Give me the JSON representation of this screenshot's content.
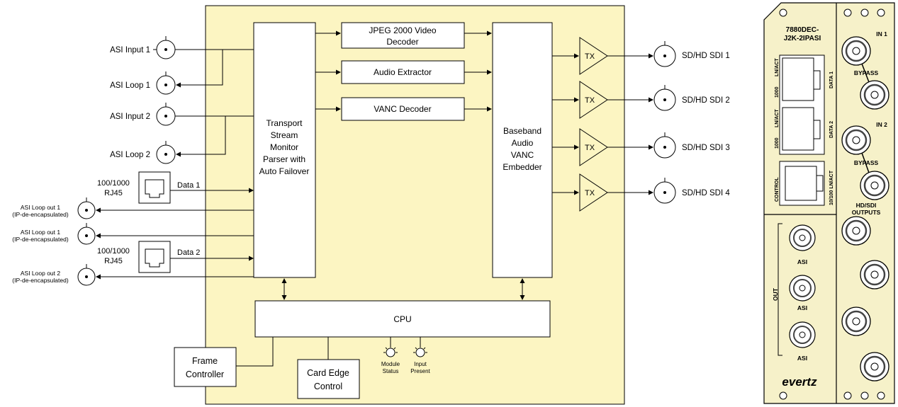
{
  "inputs": {
    "asi_input_1": "ASI Input 1",
    "asi_loop_1": "ASI Loop 1",
    "asi_input_2": "ASI Input 2",
    "asi_loop_2": "ASI Loop 2",
    "rj45_a_line1": "100/1000",
    "rj45_a_line2": "RJ45",
    "rj45_b_line1": "100/1000",
    "rj45_b_line2": "RJ45",
    "data1": "Data 1",
    "data2": "Data 2",
    "loop_out_1a_line1": "ASI Loop out 1",
    "loop_out_1a_line2": "(IP-de-encapsulated)",
    "loop_out_1b_line1": "ASI Loop out 1",
    "loop_out_1b_line2": "(IP-de-encapsulated)",
    "loop_out_2_line1": "ASI Loop out 2",
    "loop_out_2_line2": "(IP-de-encapsulated)"
  },
  "blocks": {
    "tsm": [
      "Transport",
      "Stream",
      "Monitor",
      "Parser with",
      "Auto Failover"
    ],
    "jpeg_line1": "JPEG 2000 Video",
    "jpeg_line2": "Decoder",
    "audio_extractor": "Audio Extractor",
    "vanc_decoder": "VANC Decoder",
    "embedder": [
      "Baseband",
      "Audio",
      "VANC",
      "Embedder"
    ],
    "cpu": "CPU",
    "frame_controller_line1": "Frame",
    "frame_controller_line2": "Controller",
    "card_edge_line1": "Card Edge",
    "card_edge_line2": "Control",
    "tx": "TX",
    "led_module_line1": "Module",
    "led_module_line2": "Status",
    "led_input_line1": "Input",
    "led_input_line2": "Present"
  },
  "outputs": [
    "SD/HD SDI 1",
    "SD/HD SDI 2",
    "SD/HD SDI 3",
    "SD/HD SDI 4"
  ],
  "panel": {
    "model_line1": "7880DEC-",
    "model_line2": "J2K-2IPASI",
    "ln_act_1": "LN/ACT",
    "speed_1": "1000",
    "ln_act_2": "LN/ACT",
    "speed_2": "1000",
    "data1": "DATA 1",
    "data2": "DATA 2",
    "control": "CONTROL",
    "ln_act_10_100": "10/100 LN/ACT",
    "in1": "IN 1",
    "bypass1": "BYPASS",
    "in2": "IN 2",
    "bypass2": "BYPASS",
    "hdsdi_line1": "HD/SDI",
    "hdsdi_line2": "OUTPUTS",
    "asi1": "ASI",
    "asi2": "ASI",
    "asi3": "ASI",
    "out": "OUT",
    "brand": "evertz"
  },
  "colors": {
    "main_board": "#fcf5c2",
    "tx_fill": "#fcf5c2",
    "panel_face": "#f6f1c9",
    "bnc_ring": "#444444"
  }
}
